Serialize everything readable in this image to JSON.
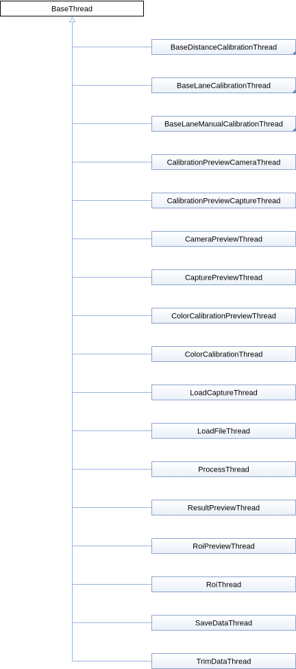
{
  "diagram": {
    "kind": "class-inheritance",
    "base_class": {
      "name": "BaseThread"
    },
    "derived_classes": [
      {
        "name": "BaseDistanceCalibrationThread",
        "has_subclasses": true
      },
      {
        "name": "BaseLaneCalibrationThread",
        "has_subclasses": true
      },
      {
        "name": "BaseLaneManualCalibrationThread",
        "has_subclasses": true
      },
      {
        "name": "CalibrationPreviewCameraThread",
        "has_subclasses": false
      },
      {
        "name": "CalibrationPreviewCaptureThread",
        "has_subclasses": false
      },
      {
        "name": "CameraPreviewThread",
        "has_subclasses": false
      },
      {
        "name": "CapturePreviewThread",
        "has_subclasses": false
      },
      {
        "name": "ColorCalibrationPreviewThread",
        "has_subclasses": false
      },
      {
        "name": "ColorCalibrationThread",
        "has_subclasses": false
      },
      {
        "name": "LoadCaptureThread",
        "has_subclasses": false
      },
      {
        "name": "LoadFileThread",
        "has_subclasses": false
      },
      {
        "name": "ProcessThread",
        "has_subclasses": false
      },
      {
        "name": "ResultPreviewThread",
        "has_subclasses": false
      },
      {
        "name": "RoiPreviewThread",
        "has_subclasses": false
      },
      {
        "name": "RoiThread",
        "has_subclasses": false
      },
      {
        "name": "SaveDataThread",
        "has_subclasses": false
      },
      {
        "name": "TrimDataThread",
        "has_subclasses": false
      }
    ],
    "colors": {
      "base_fill": "#ffffff",
      "base_border": "#000000",
      "node_fill_top": "#ffffff",
      "node_fill_bottom": "#eaf0f9",
      "node_border": "#8ca3cc",
      "edge": "#9bb2dc",
      "corner_marker": "#5a7cb8",
      "text": "#000000"
    }
  }
}
